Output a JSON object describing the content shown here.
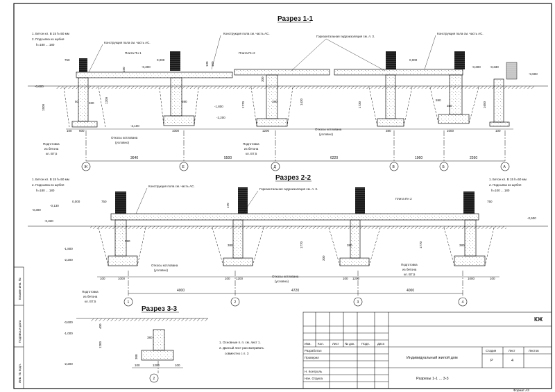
{
  "colors": {
    "ink": "#111111",
    "brick": "#1a1a1a",
    "ground_hatch": "#333333"
  },
  "section_1": {
    "title": "Разрез 1-1",
    "notes": [
      "1. Бетон кл. В 15 h=50 мм",
      "2. Подсыпка из щебня",
      "h=180 ... 180"
    ],
    "labels": {
      "floor_left": "Конструкция пола см. часть АС.",
      "floor_mid": "Конструкция пола см. часть АС.",
      "floor_right": "Конструкция пола см. часть АС.",
      "waterproof": "Горизонтальная гидроизоляция см. л. 3.",
      "slab_1": "Плита Пн 1",
      "slab_2": "Плита Пн 2",
      "slopes_1": "Откосы котлована",
      "slopes_1b": "(условно)",
      "slopes_2": "Откосы котлована",
      "slopes_2b": "(условно)",
      "prep_1": "Подготовка",
      "prep_2": "из бетона",
      "prep_3": "кл. В7,5",
      "prepb_1": "Подготовка",
      "prepb_2": "из бетона",
      "prepb_3": "кл. В7,5"
    },
    "levels": [
      "0,000",
      "-0,300",
      "-0,600",
      "0,000",
      "-0,300",
      "-0,330",
      "-0,600",
      "-1,800",
      "-2,200",
      "-2,100"
    ],
    "dims": [
      "3640",
      "5500",
      "6220",
      "1960",
      "2260",
      "600",
      "1000",
      "1200",
      "380",
      "100",
      "330",
      "590",
      "1500",
      "1200",
      "1770",
      "1430",
      "1730",
      "1650",
      "750",
      "150",
      "130",
      "180",
      "300",
      "50"
    ],
    "axes": [
      "Ж",
      "Е",
      "Д",
      "В",
      "Б",
      "А"
    ]
  },
  "section_2": {
    "title": "Разрез 2-2",
    "notes_left": [
      "1. Бетон кл. В 15 h=50 мм",
      "2. Подсыпка из щебня",
      "h=180 ... 180"
    ],
    "notes_right": [
      "1. Бетон кл. В 15 h=50 мм",
      "2. Подсыпка из щебня",
      "h=100 ... 180"
    ],
    "labels": {
      "floor": "Конструкция пола см. часть АС.",
      "waterproof": "Горизонтальная гидроизоляция см. л. 3.",
      "slab": "Плита Пн 2",
      "slopes_1": "Откосы котлована",
      "slopes_1b": "(условно)",
      "slopes_2": "Откосы котлована",
      "slopes_2b": "(условно)",
      "prep_l1": "Подготовка",
      "prep_l2": "из бетона",
      "prep_l3": "кл. В7,5",
      "prep_r1": "Подготовка",
      "prep_r2": "из бетона",
      "prep_r3": "кл. В7,5"
    },
    "levels": [
      "0,000",
      "-0,130",
      "-0,300",
      "-0,330",
      "-0,600",
      "-1,800",
      "-2,200"
    ],
    "dims": [
      "4000",
      "4720",
      "4000",
      "1000",
      "1200",
      "100",
      "380",
      "590",
      "750",
      "1770",
      "300",
      "170"
    ],
    "axes": [
      "1",
      "2",
      "3",
      "4"
    ]
  },
  "section_3": {
    "title": "Разрез 3-3",
    "levels": [
      "-0,600",
      "-1,000",
      "-2,200"
    ],
    "dims": [
      "400",
      "1200",
      "380",
      "100",
      "1200",
      "300"
    ],
    "axis": "2",
    "notes": [
      "1. Основные п. п.  см. лист 1.",
      "2. Данный лист рассматривать",
      "совместно с л. 3"
    ]
  },
  "side_stamp": [
    "Взамен инв. №",
    "Подпись и дата",
    "Инв. № подл."
  ],
  "title_block": {
    "code": "КЖ",
    "columns": [
      "Изм.",
      "Кол.",
      "Лист",
      "№ док.",
      "Подп.",
      "Дата"
    ],
    "roles": [
      "Разработал",
      "Проверил",
      "",
      "Н. Контроль",
      "Нач. Отдела"
    ],
    "project": "Индивидуальный жилой дом",
    "sheet_title": "Разрезы 1-1 ... 3-3",
    "stage_label": "Стадия",
    "sheet_label": "Лист",
    "sheets_label": "Листов",
    "stage": "Р",
    "sheet": "4",
    "sheets": ""
  },
  "format": "Формат А3"
}
